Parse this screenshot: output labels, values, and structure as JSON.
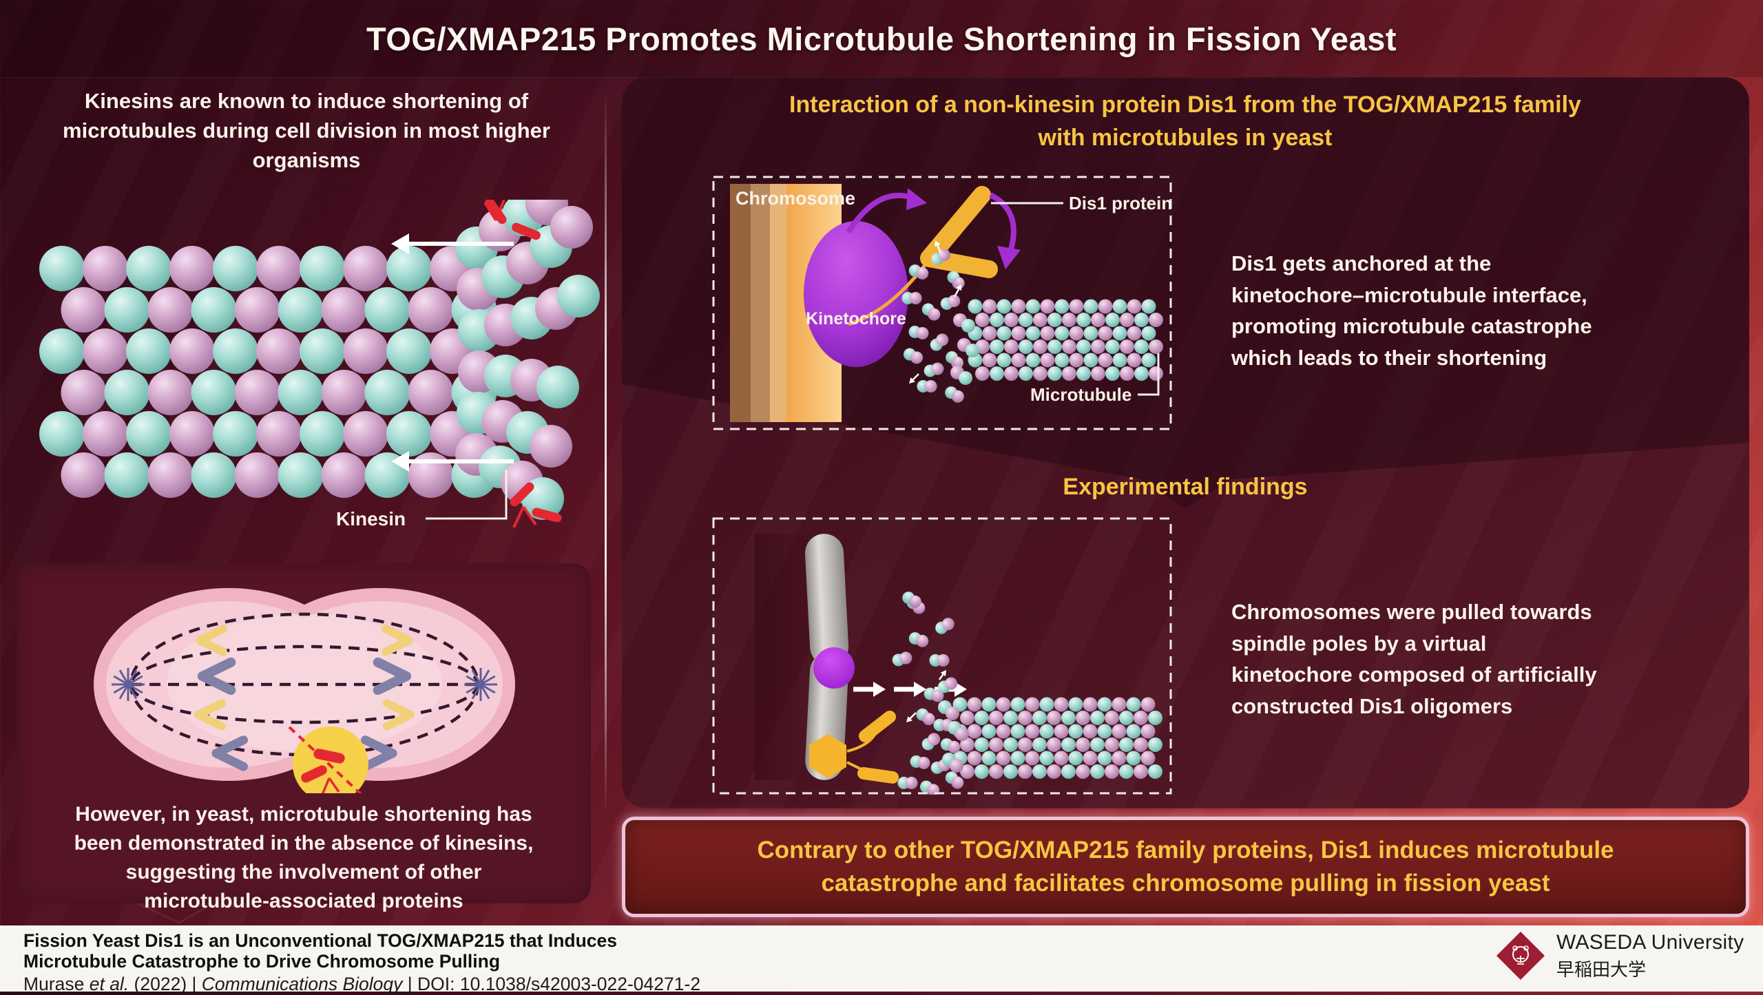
{
  "title": "TOG/XMAP215 Promotes Microtubule Shortening in Fission Yeast",
  "left": {
    "intro": "Kinesins are known to induce shortening of\nmicrotubules during cell division in most higher\norganisms",
    "kinesin_label": "Kinesin",
    "note": "However, in yeast, microtubule shortening has\nbeen demonstrated in the absence of kinesins,\nsuggesting the involvement of other\nmicrotubule-associated proteins"
  },
  "right": {
    "heading": "Interaction of a non-kinesin protein Dis1 from the TOG/XMAP215 family\nwith microtubules in yeast",
    "figure1": {
      "chromosome": "Chromosome",
      "kinetochore": "Kinetochore",
      "dis1": "Dis1 protein",
      "microtubule": "Microtubule"
    },
    "anchoring_text": "Dis1 gets anchored at the\nkinetochore–microtubule interface,\npromoting microtubule catastrophe\nwhich leads to their shortening",
    "findings_heading": "Experimental findings",
    "findings_text": "Chromosomes were pulled towards\nspindle poles by a virtual\nkinetochore composed of artificially\nconstructed Dis1 oligomers"
  },
  "banner": "Contrary to other TOG/XMAP215 family proteins, Dis1 induces microtubule\ncatastrophe and facilitates chromosome pulling in fission yeast",
  "footer": {
    "paper_title": "Fission Yeast Dis1 is an Unconventional TOG/XMAP215 that Induces\nMicrotubule Catastrophe to Drive Chromosome Pulling",
    "authors": "Murase ",
    "etal": "et al.",
    "year": " (2022) | ",
    "journal": "Communications Biology",
    "doi": " | DOI: 10.1038/s42003-022-04271-2",
    "university": "WASEDA University",
    "university_jp": "早稲田大学"
  },
  "colors": {
    "accent_yellow": "#f7c544",
    "background_dark": "#2d0715",
    "background_bright": "#e65a4c",
    "panel_maroon": "#4c1322",
    "banner_border_pink": "#eec2d8",
    "microtubule_teal": "#9ed9d1",
    "microtubule_pink": "#d3a6cb",
    "kinesin_red": "#e42832",
    "kinetochore_purple": "#a636d6",
    "dis1_yellow": "#f2b233",
    "waseda_crimson": "#9d1d33"
  }
}
